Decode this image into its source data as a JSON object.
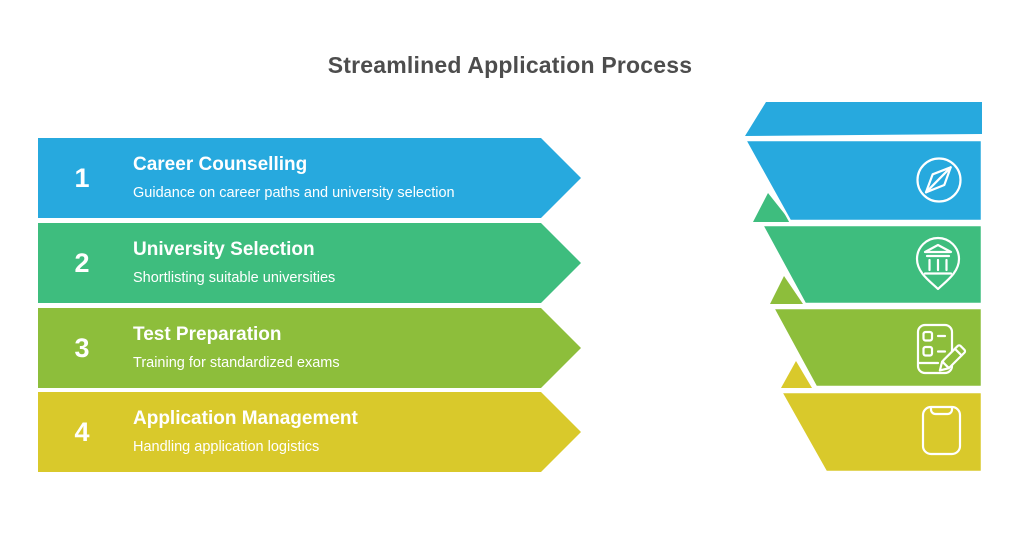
{
  "page": {
    "title": "Streamlined Application Process",
    "title_color": "#4D4D4D",
    "background_color": "#FFFFFF",
    "step_text_color": "#FFFFFF"
  },
  "steps": [
    {
      "number": "1",
      "title": "Career Counselling",
      "description": "Guidance on career paths and university selection",
      "color": "#27A9DE",
      "icon": "compass-icon"
    },
    {
      "number": "2",
      "title": "University Selection",
      "description": "Shortlisting suitable universities",
      "color": "#3EBD7E",
      "icon": "university-location-pin-icon"
    },
    {
      "number": "3",
      "title": "Test Preparation",
      "description": "Training for standardized exams",
      "color": "#8DBE3B",
      "icon": "checklist-pencil-icon"
    },
    {
      "number": "4",
      "title": "Application Management",
      "description": "Handling application logistics",
      "color": "#D9C92B",
      "icon": "smartphone-icon"
    }
  ],
  "ribbon": {
    "stroke_color": "#FFFFFF",
    "style": "folded-zigzag"
  }
}
